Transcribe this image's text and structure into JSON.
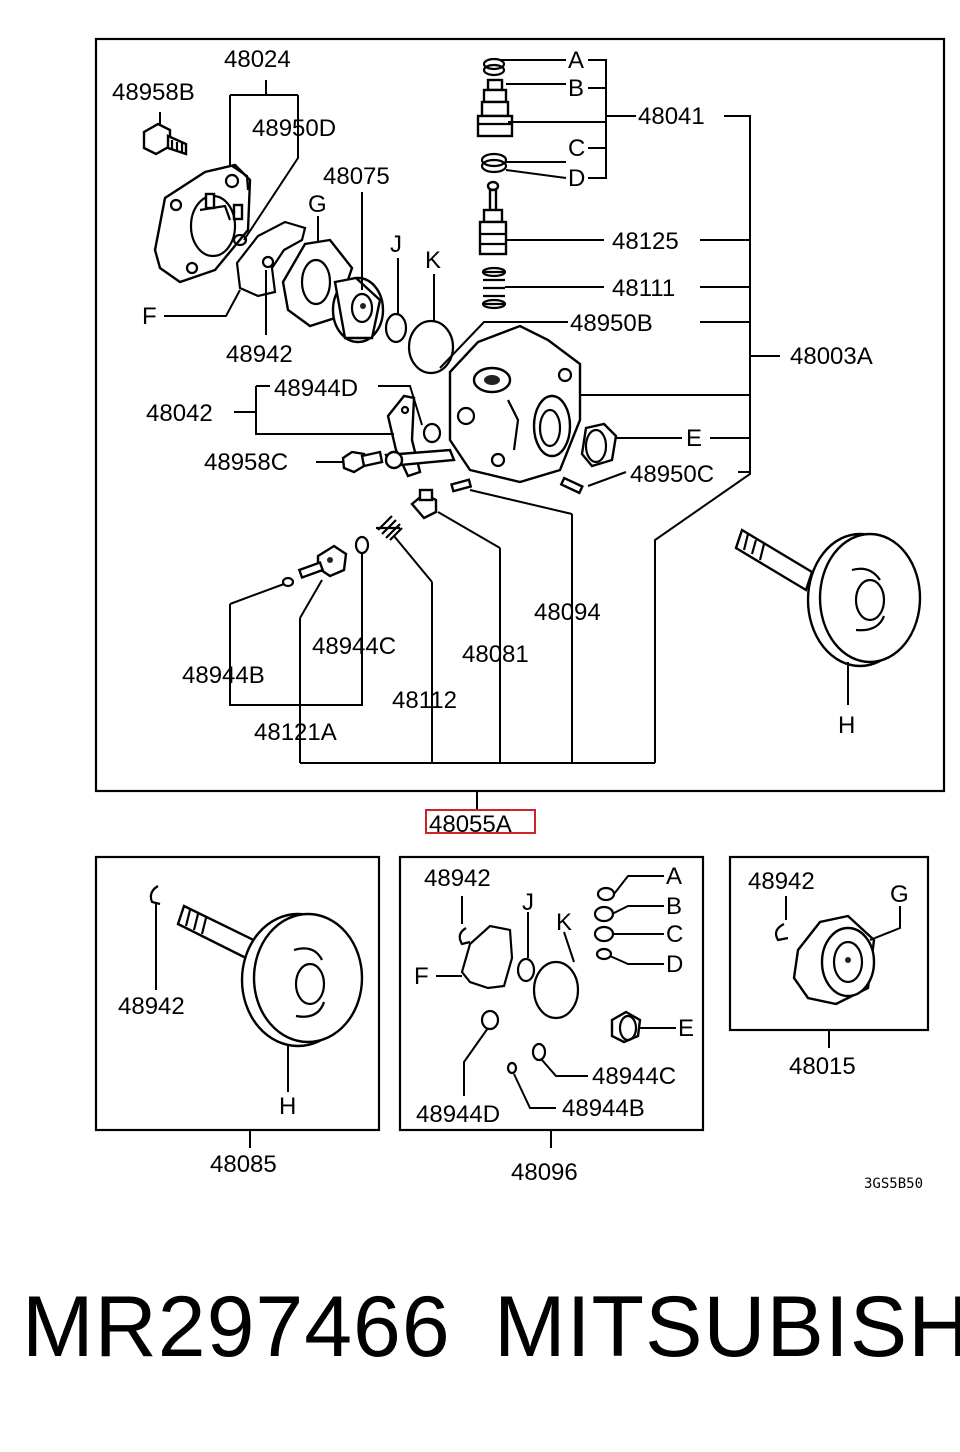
{
  "main_assembly": {
    "label": "48055A",
    "parts": {
      "p48024": "48024",
      "p48958B": "48958B",
      "p48950D": "48950D",
      "p48075": "48075",
      "pG": "G",
      "pJ": "J",
      "pK": "K",
      "pF": "F",
      "p48942": "48942",
      "p48042": "48042",
      "p48944D": "48944D",
      "p48958C": "48958C",
      "pA": "A",
      "pB": "B",
      "pC": "C",
      "pD": "D",
      "p48041": "48041",
      "p48125": "48125",
      "p48111": "48111",
      "p48950B": "48950B",
      "p48003A": "48003A",
      "pE": "E",
      "p48950C": "48950C",
      "p48094": "48094",
      "p48081": "48081",
      "p48944C": "48944C",
      "p48944B": "48944B",
      "p48112": "48112",
      "p48121A": "48121A",
      "pH": "H"
    }
  },
  "kit_48085": {
    "label": "48085",
    "part_48942": "48942",
    "part_H": "H"
  },
  "kit_48096": {
    "label": "48096",
    "part_48942": "48942",
    "part_J": "J",
    "part_K": "K",
    "part_F": "F",
    "part_A": "A",
    "part_B": "B",
    "part_C": "C",
    "part_D": "D",
    "part_E": "E",
    "part_48944C": "48944C",
    "part_48944D": "48944D",
    "part_48944B": "48944B"
  },
  "kit_48015": {
    "label": "48015",
    "part_48942": "48942",
    "part_G": "G"
  },
  "figure_code": "3GS5B50",
  "footer": {
    "part_number": "MR297466",
    "brand": "MITSUBISHI"
  },
  "colors": {
    "highlight_box": "#d0202a",
    "line": "#000000"
  }
}
